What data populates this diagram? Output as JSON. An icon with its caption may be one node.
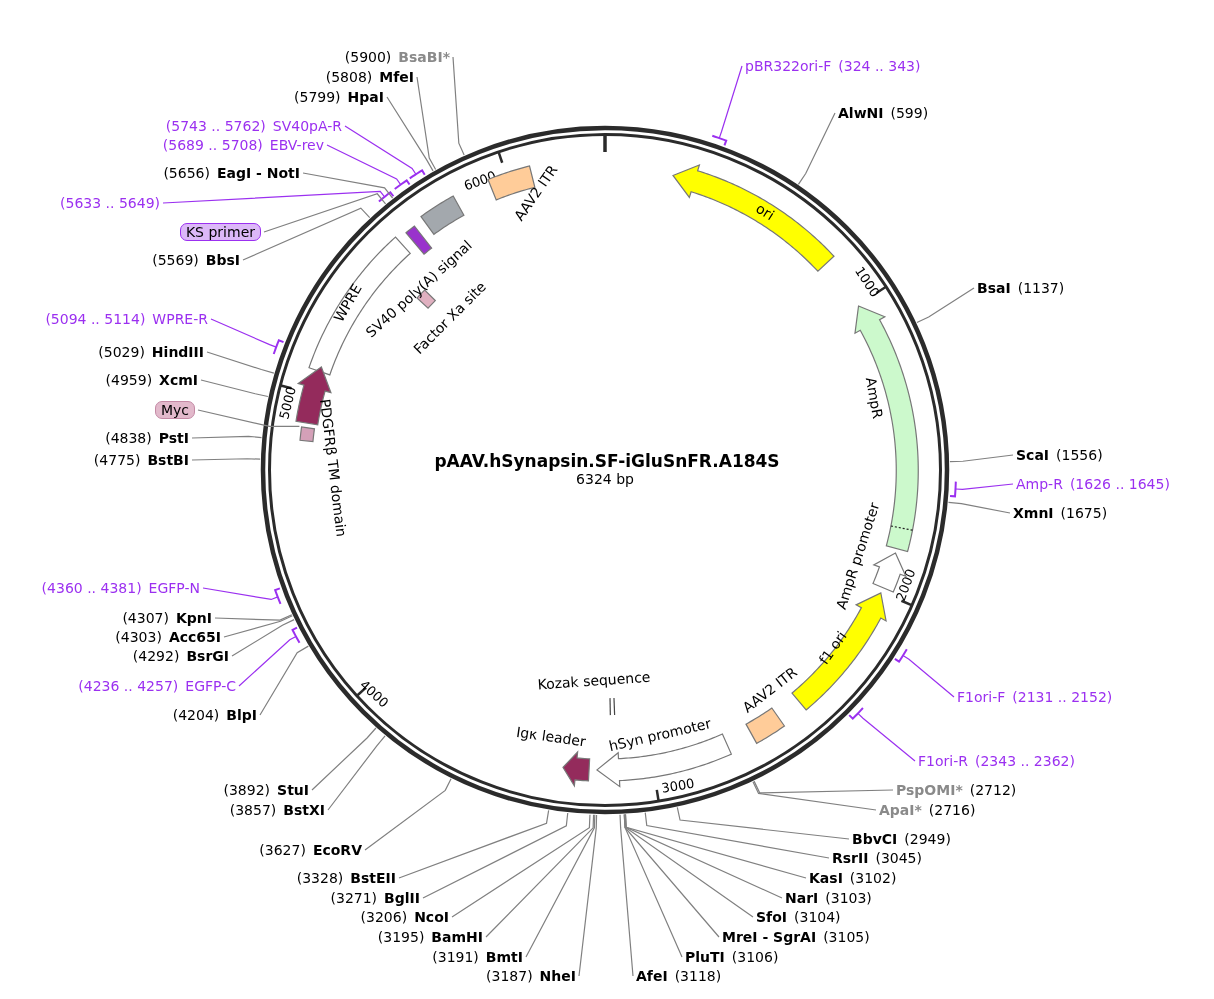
{
  "diagram": {
    "title": "pAAV.hSynapsin.SF-iGluSnFR.A184S",
    "nodes": [
      {
        "text": [
          "(5900)",
          "BsaBI*"
        ]
      },
      {
        "text": [
          "(5808)",
          "MfeI"
        ]
      },
      {
        "text": [
          "(5799)",
          "HpaI"
        ]
      },
      {
        "text": [
          "(5743 .. 5762)",
          "SV40pA-R"
        ]
      },
      {
        "text": [
          "(5689 .. 5708)",
          "EBV-rev"
        ]
      },
      {
        "text": [
          "(5656)",
          "EagI - NotI"
        ]
      },
      {
        "text": [
          "(5633 .. 5649)"
        ]
      },
      {
        "text": [
          "KS primer"
        ]
      },
      {
        "text": [
          "(5569)",
          "BbsI"
        ]
      },
      {
        "text": [
          "(5094 .. 5114)",
          "WPRE-R"
        ]
      },
      {
        "text": [
          "(5029)",
          "HindIII"
        ]
      },
      {
        "text": [
          "(4959)",
          "XcmI"
        ]
      },
      {
        "text": [
          "Myc"
        ]
      },
      {
        "text": [
          "(4838)",
          "PstI"
        ]
      },
      {
        "text": [
          "(4775)",
          "BstBI"
        ]
      },
      {
        "text": [
          "(4360 .. 4381)",
          "EGFP-N"
        ]
      },
      {
        "text": [
          "(4307)",
          "KpnI"
        ]
      },
      {
        "text": [
          "(4303)",
          "Acc65I"
        ]
      },
      {
        "text": [
          "(4292)",
          "BsrGI"
        ]
      },
      {
        "text": [
          "(4236 .. 4257)",
          "EGFP-C"
        ]
      },
      {
        "text": [
          "(4204)",
          "BlpI"
        ]
      },
      {
        "text": [
          "(3892)",
          "StuI"
        ]
      },
      {
        "text": [
          "(3857)",
          "BstXI"
        ]
      },
      {
        "text": [
          "(3627)",
          "EcoRV"
        ]
      },
      {
        "text": [
          "(3328)",
          "BstEII"
        ]
      },
      {
        "text": [
          "(3271)",
          "BglII"
        ]
      },
      {
        "text": [
          "(3206)",
          "NcoI"
        ]
      },
      {
        "text": [
          "(3195)",
          "BamHI"
        ]
      },
      {
        "text": [
          "(3191)",
          "BmtI"
        ]
      },
      {
        "text": [
          "(3187)",
          "NheI"
        ]
      },
      {
        "text": [
          "AfeI",
          "(3118)"
        ]
      },
      {
        "text": [
          "PluTI",
          "(3106)"
        ]
      },
      {
        "text": [
          "MreI - SgrAI",
          "(3105)"
        ]
      },
      {
        "text": [
          "SfoI",
          "(3104)"
        ]
      },
      {
        "text": [
          "NarI",
          "(3103)"
        ]
      },
      {
        "text": [
          "KasI",
          "(3102)"
        ]
      },
      {
        "text": [
          "RsrII",
          "(3045)"
        ]
      },
      {
        "text": [
          "BbvCI",
          "(2949)"
        ]
      },
      {
        "text": [
          "PspOMI*",
          "(2712)"
        ]
      },
      {
        "text": [
          "ApaI*",
          "(2716)"
        ]
      },
      {
        "text": [
          "F1ori-R",
          "(2343 .. 2362)"
        ]
      },
      {
        "text": [
          "F1ori-F",
          "(2131 .. 2152)"
        ]
      },
      {
        "text": [
          "XmnI",
          "(1675)"
        ]
      },
      {
        "text": [
          "Amp-R",
          "(1626 .. 1645)"
        ]
      },
      {
        "text": [
          "ScaI",
          "(1556)"
        ]
      },
      {
        "text": [
          "BsaI",
          "(1137)"
        ]
      },
      {
        "text": [
          "AlwNI",
          "(599)"
        ]
      },
      {
        "text": [
          "pBR322ori-F",
          "(324 .. 343)"
        ]
      },
      {
        "text": [
          "ori"
        ]
      },
      {
        "text": [
          "AmpR"
        ]
      },
      {
        "text": [
          "AmpR promoter"
        ]
      },
      {
        "text": [
          "f1 ori"
        ]
      },
      {
        "text": [
          "AAV2 ITR"
        ]
      },
      {
        "text": [
          "hSyn promoter"
        ]
      },
      {
        "text": [
          "Igκ leader"
        ]
      },
      {
        "text": [
          "Kozak sequence"
        ]
      },
      {
        "text": [
          "AAV2 ITR"
        ]
      },
      {
        "text": [],
        "shape": "box"
      },
      {
        "text": [
          "SV40 poly(A) signal"
        ]
      },
      {
        "text": [
          "Factor Xa site"
        ]
      },
      {
        "text": [
          "WPRE"
        ]
      },
      {
        "text": [
          "PDGFRβ TM domain"
        ]
      },
      {
        "text": [],
        "shape": "box"
      }
    ],
    "edges": [
      {
        "from": 0,
        "to": null,
        "arrow": "none"
      },
      {
        "from": 1,
        "to": null,
        "arrow": "none"
      },
      {
        "from": 2,
        "to": null,
        "arrow": "none"
      },
      {
        "from": 3,
        "to": null,
        "arrow": "none",
        "color": "#9b30f0"
      },
      {
        "from": 4,
        "to": null,
        "arrow": "none",
        "color": "#9b30f0"
      },
      {
        "from": 5,
        "to": null,
        "arrow": "none"
      },
      {
        "from": 6,
        "to": null,
        "arrow": "none",
        "color": "#9b30f0"
      },
      {
        "from": 7,
        "to": null,
        "arrow": "none"
      },
      {
        "from": 8,
        "to": null,
        "arrow": "none"
      },
      {
        "from": 9,
        "to": null,
        "arrow": "none",
        "color": "#9b30f0"
      },
      {
        "from": 10,
        "to": null,
        "arrow": "none"
      },
      {
        "from": 11,
        "to": null,
        "arrow": "none"
      },
      {
        "from": 12,
        "to": 62,
        "arrow": "none"
      },
      {
        "from": 13,
        "to": null,
        "arrow": "none"
      },
      {
        "from": 14,
        "to": null,
        "arrow": "none"
      },
      {
        "from": 15,
        "to": null,
        "arrow": "none",
        "color": "#9b30f0"
      },
      {
        "from": 16,
        "to": null,
        "arrow": "none"
      },
      {
        "from": 17,
        "to": null,
        "arrow": "none"
      },
      {
        "from": 18,
        "to": null,
        "arrow": "none"
      },
      {
        "from": 19,
        "to": null,
        "arrow": "none",
        "color": "#9b30f0"
      },
      {
        "from": 20,
        "to": null,
        "arrow": "none"
      },
      {
        "from": 21,
        "to": null,
        "arrow": "none"
      },
      {
        "from": 22,
        "to": null,
        "arrow": "none"
      },
      {
        "from": 23,
        "to": null,
        "arrow": "none"
      },
      {
        "from": 24,
        "to": null,
        "arrow": "none"
      },
      {
        "from": 25,
        "to": null,
        "arrow": "none"
      },
      {
        "from": 26,
        "to": null,
        "arrow": "none"
      },
      {
        "from": 27,
        "to": null,
        "arrow": "none"
      },
      {
        "from": 28,
        "to": null,
        "arrow": "none"
      },
      {
        "from": 29,
        "to": null,
        "arrow": "none"
      },
      {
        "from": 30,
        "to": null,
        "arrow": "none"
      },
      {
        "from": 31,
        "to": null,
        "arrow": "none"
      },
      {
        "from": 32,
        "to": null,
        "arrow": "none"
      },
      {
        "from": 33,
        "to": null,
        "arrow": "none"
      },
      {
        "from": 34,
        "to": null,
        "arrow": "none"
      },
      {
        "from": 35,
        "to": null,
        "arrow": "none"
      },
      {
        "from": 36,
        "to": null,
        "arrow": "none"
      },
      {
        "from": 37,
        "to": null,
        "arrow": "none"
      },
      {
        "from": 38,
        "to": null,
        "arrow": "none"
      },
      {
        "from": 39,
        "to": null,
        "arrow": "none"
      },
      {
        "from": 40,
        "to": null,
        "arrow": "none",
        "color": "#9b30f0"
      },
      {
        "from": 41,
        "to": null,
        "arrow": "none",
        "color": "#9b30f0"
      },
      {
        "from": 42,
        "to": null,
        "arrow": "none"
      },
      {
        "from": 43,
        "to": null,
        "arrow": "none",
        "color": "#9b30f0"
      },
      {
        "from": 44,
        "to": null,
        "arrow": "none"
      },
      {
        "from": 45,
        "to": null,
        "arrow": "none"
      },
      {
        "from": 46,
        "to": null,
        "arrow": "none"
      },
      {
        "from": 47,
        "to": null,
        "arrow": "none",
        "color": "#9b30f0"
      }
    ],
    "labels": [
      "6324 bp",
      "6000",
      "1000",
      "2000",
      "3000",
      "4000",
      "5000"
    ]
  }
}
